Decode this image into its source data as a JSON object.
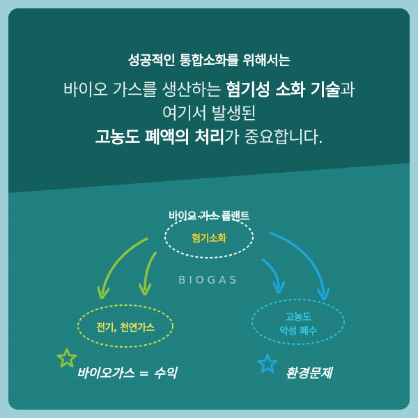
{
  "header": {
    "line1": "성공적인 통합소화를 위해서는",
    "line2_prefix": "바이오 가스를 생산하는 ",
    "line2_bold": "혐기성 소화 기술",
    "line2_suffix": "과",
    "line3": "여기서 발생된",
    "line4_bold": "고농도 폐액의 처리",
    "line4_suffix": "가 중요합니다."
  },
  "diagram": {
    "plant_title": "바이오 가스 플랜트",
    "center_node": "혐기소화",
    "center_caption": "BIOGAS",
    "left_node": "전기, 천연가스",
    "right_node_line1": "고농도",
    "right_node_line2": "악성 폐수",
    "left_note": "바이오가스 = 수익",
    "right_note": "환경문제"
  },
  "icons": {
    "left_star": "star-icon",
    "right_star": "star-icon"
  },
  "colors": {
    "top_bg": "#135f5d",
    "bottom_bg": "#1f7f7f",
    "green_accent": "#8fc33e",
    "blue_accent": "#1fa6d6",
    "yellow_text": "#f6d12b"
  }
}
